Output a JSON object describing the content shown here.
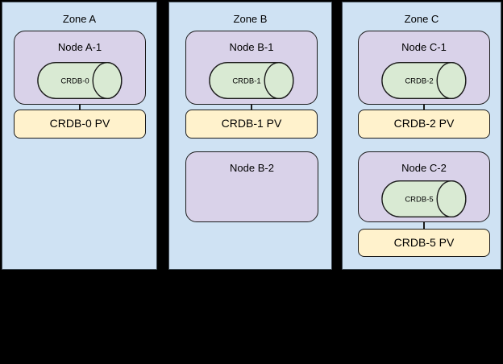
{
  "diagram": {
    "background": "#000000",
    "colors": {
      "zone_fill": "#cfe2f3",
      "zone_border": "#3f4a54",
      "node_fill": "#d9d2e9",
      "database_fill": "#d9ead3",
      "pv_fill": "#fff2cc",
      "shape_border": "#1b1b1b"
    },
    "zones": [
      {
        "label": "Zone A",
        "nodes": [
          {
            "label": "Node A-1",
            "db": "CRDB-0",
            "pv": "CRDB-0 PV"
          }
        ]
      },
      {
        "label": "Zone B",
        "nodes": [
          {
            "label": "Node B-1",
            "db": "CRDB-1",
            "pv": "CRDB-1 PV"
          },
          {
            "label": "Node B-2"
          }
        ]
      },
      {
        "label": "Zone C",
        "nodes": [
          {
            "label": "Node C-1",
            "db": "CRDB-2",
            "pv": "CRDB-2 PV"
          },
          {
            "label": "Node C-2",
            "db": "CRDB-5",
            "pv": "CRDB-5 PV"
          }
        ]
      }
    ]
  }
}
